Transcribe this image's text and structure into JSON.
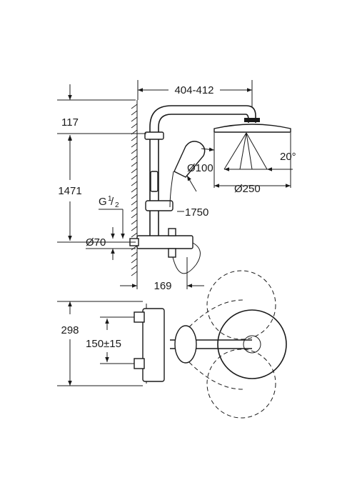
{
  "dimensions": {
    "arm_projection": "404-412",
    "top_offset": "117",
    "rail_height": "1471",
    "thread": "G",
    "thread_num": "1",
    "thread_den": "2",
    "handshower_dia": "Ø100",
    "angle": "20°",
    "head_dia": "Ø250",
    "hose_length": "1750",
    "escutcheon_dia": "Ø70",
    "mixer_projection": "169",
    "plan_width": "298",
    "inlet_spacing": "150±15"
  }
}
